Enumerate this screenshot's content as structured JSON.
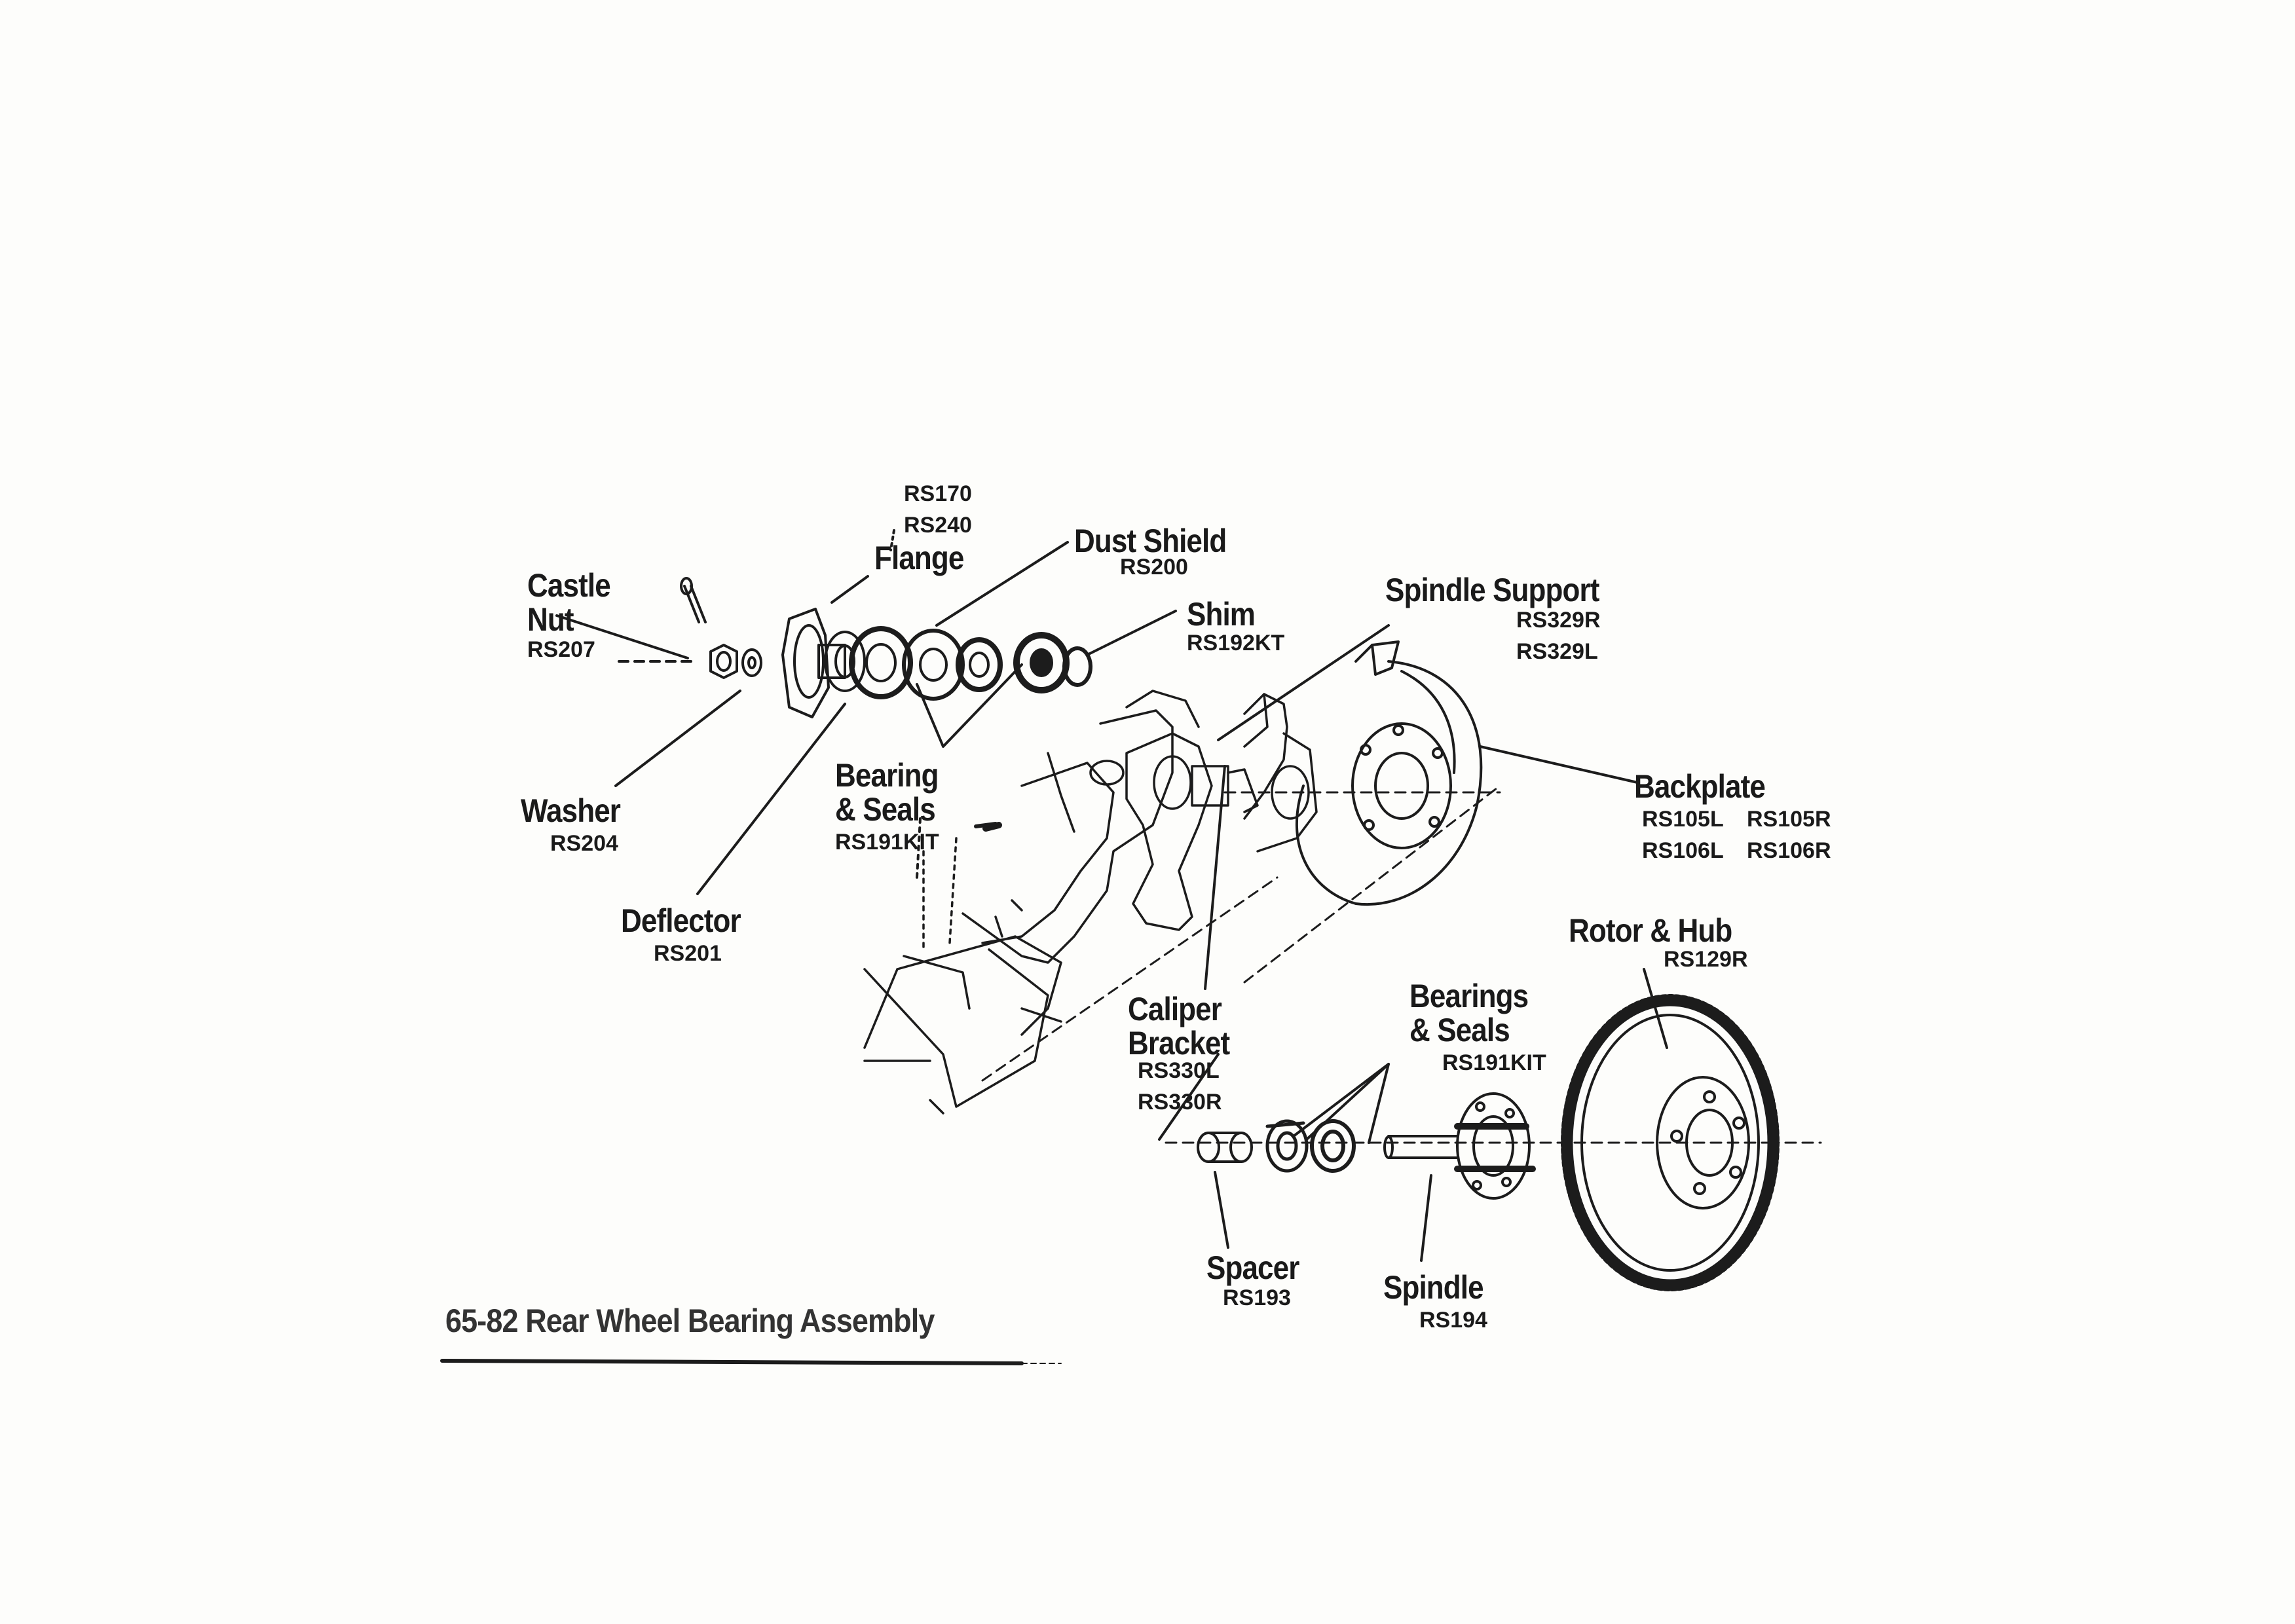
{
  "title": "65-82 Rear Wheel Bearing Assembly",
  "parts": {
    "castle_nut": {
      "name_line1": "Castle",
      "name_line2": "Nut",
      "code": "RS207"
    },
    "washer": {
      "name": "Washer",
      "code": "RS204"
    },
    "deflector": {
      "name": "Deflector",
      "code": "RS201"
    },
    "flange": {
      "code1": "RS170",
      "code2": "RS240",
      "name": "Flange"
    },
    "dust_shield": {
      "name": "Dust Shield",
      "code": "RS200"
    },
    "shim": {
      "name": "Shim",
      "code": "RS192KT"
    },
    "bearing_seals_upper": {
      "name_line1": "Bearing",
      "name_line2": "& Seals",
      "code": "RS191KIT"
    },
    "spindle_support": {
      "name": "Spindle Support",
      "code1": "RS329R",
      "code2": "RS329L"
    },
    "backplate": {
      "name": "Backplate",
      "codes": [
        "RS105L",
        "RS105R",
        "RS106L",
        "RS106R"
      ]
    },
    "rotor_hub": {
      "name": "Rotor & Hub",
      "code": "RS129R"
    },
    "caliper_bracket": {
      "name_line1": "Caliper",
      "name_line2": "Bracket",
      "code1": "RS330L",
      "code2": "RS330R"
    },
    "bearings_seals_lower": {
      "name_line1": "Bearings",
      "name_line2": "& Seals",
      "code": "RS191KIT"
    },
    "spacer": {
      "name": "Spacer",
      "code": "RS193"
    },
    "spindle": {
      "name": "Spindle",
      "code": "RS194"
    }
  }
}
